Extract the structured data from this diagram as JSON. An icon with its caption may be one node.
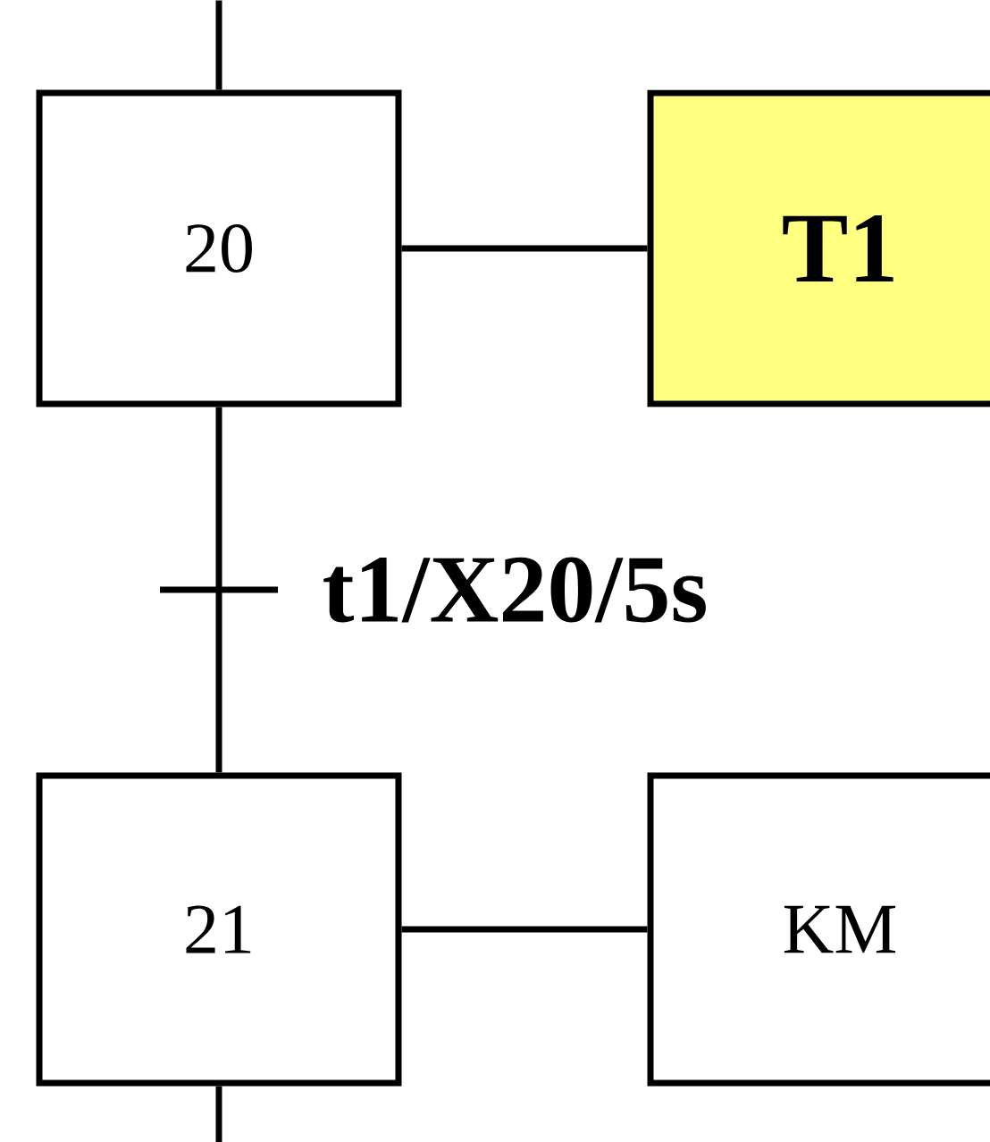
{
  "diagram": {
    "nodes": [
      {
        "text": [
          "20"
        ]
      },
      {
        "text": [
          "T1"
        ]
      },
      {
        "text": [
          "21"
        ]
      },
      {
        "text": [
          "KM"
        ]
      }
    ],
    "edges": [
      {
        "from": null,
        "to": 0,
        "arrow": "none"
      },
      {
        "from": 0,
        "to": 1,
        "arrow": "none"
      },
      {
        "from": 0,
        "to": 2,
        "arrow": "none",
        "label": "t1/X20/5s"
      },
      {
        "from": 2,
        "to": 3,
        "arrow": "none"
      },
      {
        "from": 2,
        "to": null,
        "arrow": "none"
      }
    ]
  }
}
